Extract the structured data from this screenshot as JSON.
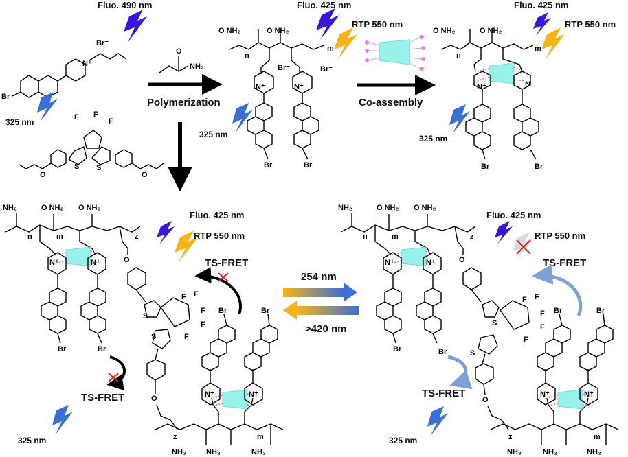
{
  "labels": {
    "fluo_490": "Fluo. 490 nm",
    "fluo_425": "Fluo. 425 nm",
    "rtp_550": "RTP 550 nm",
    "ex_325": "325 nm",
    "polymerization": "Polymerization",
    "co_assembly": "Co-assembly",
    "ts_fret": "TS-FRET",
    "uv_254": "254 nm",
    "vis_420": ">420 nm"
  },
  "atoms": {
    "br": "Br",
    "br_minus": "Br⁻",
    "n_plus": "N⁺",
    "n": "N",
    "s": "S",
    "o": "O",
    "f": "F",
    "nh2": "NH₂",
    "conh2": "O NH₂",
    "n_sub": "n",
    "m_sub": "m",
    "z_sub": "z"
  },
  "colors": {
    "fluorescence_blue": "#3b16d6",
    "excitation_blue": "#3c6fd2",
    "rtp_amber": "#f5b51a",
    "cyclodextrin": "#8ff0ea",
    "host_guest_pink": "#ea7de9",
    "blocked_x": "#e0201a"
  },
  "icons": [
    "lightning-bolt-icon",
    "cross-mark-icon",
    "curved-arrow-icon",
    "reaction-arrow-icon"
  ]
}
